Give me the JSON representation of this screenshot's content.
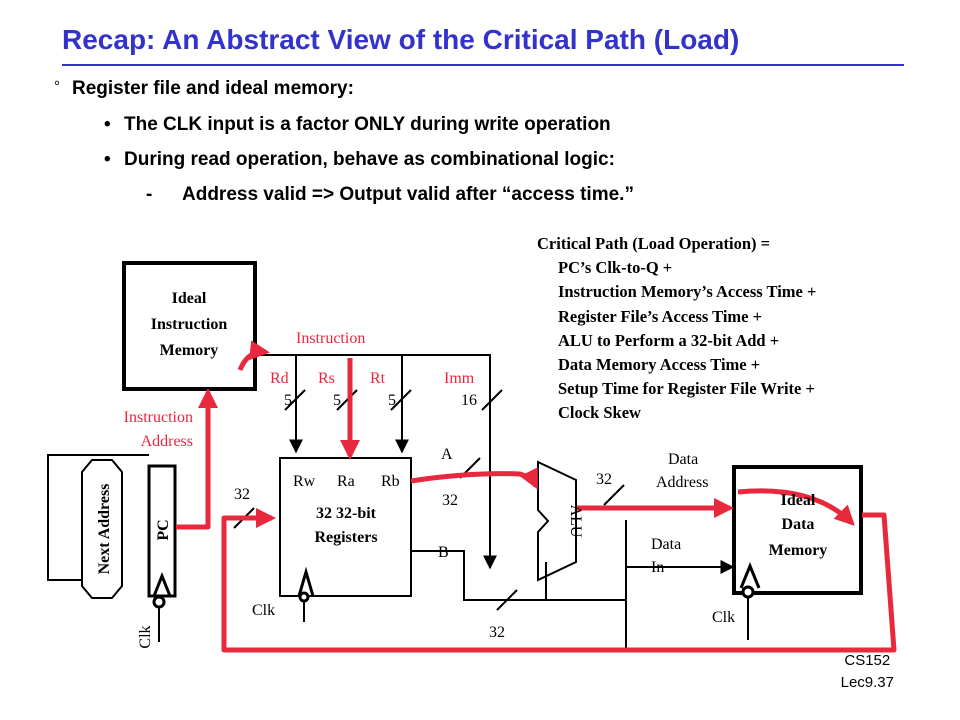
{
  "slide": {
    "title": "Recap: An Abstract View of the Critical Path (Load)",
    "bullets": {
      "level1": {
        "marker": "°",
        "text": "Register file and ideal memory:"
      },
      "level2": [
        {
          "marker": "•",
          "text": "The CLK input is a factor ONLY during write operation"
        },
        {
          "marker": "•",
          "text": "During read operation, behave as combinational logic:"
        }
      ],
      "level3": {
        "marker": "-",
        "text": "Address valid => Output valid after “access time.”"
      }
    },
    "critical_path": {
      "heading": "Critical Path (Load Operation) =",
      "items": [
        "PC’s Clk-to-Q +",
        "Instruction Memory’s Access Time +",
        "Register File’s Access Time +",
        "ALU to Perform a 32-bit Add +",
        "Data Memory Access Time +",
        "Setup Time for Register File Write +",
        "Clock Skew"
      ]
    },
    "footer": {
      "course": "CS152",
      "lecture": "Lec9.37"
    }
  },
  "diagram": {
    "colors": {
      "path": "#e8283c",
      "line": "#000000"
    },
    "ideal_instruction_memory": {
      "line1": "Ideal",
      "line2": "Instruction",
      "line3": "Memory"
    },
    "instruction_label": "Instruction",
    "instruction_address_label": {
      "line1": "Instruction",
      "line2": "Address"
    },
    "fields": [
      {
        "name": "Rd",
        "width": "5"
      },
      {
        "name": "Rs",
        "width": "5"
      },
      {
        "name": "Rt",
        "width": "5"
      },
      {
        "name": "Imm",
        "width": "16"
      }
    ],
    "register_file": {
      "ports": [
        "Rw",
        "Ra",
        "Rb"
      ],
      "line1": "32 32-bit",
      "line2": "Registers"
    },
    "next_address": "Next Address",
    "pc": "PC",
    "alu": "ALU",
    "ideal_data_memory": {
      "line1": "Ideal",
      "line2": "Data",
      "line3": "Memory"
    },
    "labels": {
      "a": "A",
      "b": "B",
      "clk": "Clk",
      "bus_width": "32",
      "data_address": {
        "line1": "Data",
        "line2": "Address"
      },
      "data_in": {
        "line1": "Data",
        "line2": "In"
      }
    }
  }
}
